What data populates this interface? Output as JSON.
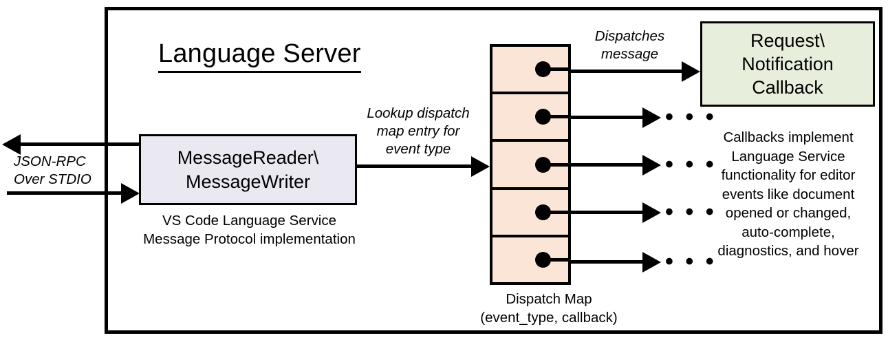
{
  "diagram": {
    "title": "Language Server",
    "frame_name": "language-server-boundary"
  },
  "message_box": {
    "label": "MessageReader\\\nMessageWriter",
    "caption": "VS Code Language Service\nMessage Protocol implementation",
    "fill_color": "#eae9f2"
  },
  "callback_box": {
    "label": "Request\\\nNotification\nCallback",
    "caption": "Callbacks implement\nLanguage Service\nfunctionality for editor\nevents like document\nopened or changed,\nauto-complete,\ndiagnostics, and hover",
    "fill_color": "#e8eedc"
  },
  "dispatch_map": {
    "caption": "Dispatch Map\n(event_type, callback)",
    "cell_fill_color": "#fbe5d6",
    "rows": [
      {
        "id": "dispatch-row-1",
        "target": "Request\\Notification Callback",
        "ellipsis": ""
      },
      {
        "id": "dispatch-row-2",
        "target": "",
        "ellipsis": "• • •"
      },
      {
        "id": "dispatch-row-3",
        "target": "",
        "ellipsis": "• • •"
      },
      {
        "id": "dispatch-row-4",
        "target": "",
        "ellipsis": "• • •"
      },
      {
        "id": "dispatch-row-5",
        "target": "",
        "ellipsis": "• • •"
      }
    ]
  },
  "edge_labels": {
    "json_rpc": "JSON-RPC\nOver STDIO",
    "lookup": "Lookup dispatch\nmap entry for\nevent type",
    "dispatches": "Dispatches\nmessage"
  },
  "colors": {
    "stroke": "#000000",
    "background": "#ffffff"
  }
}
